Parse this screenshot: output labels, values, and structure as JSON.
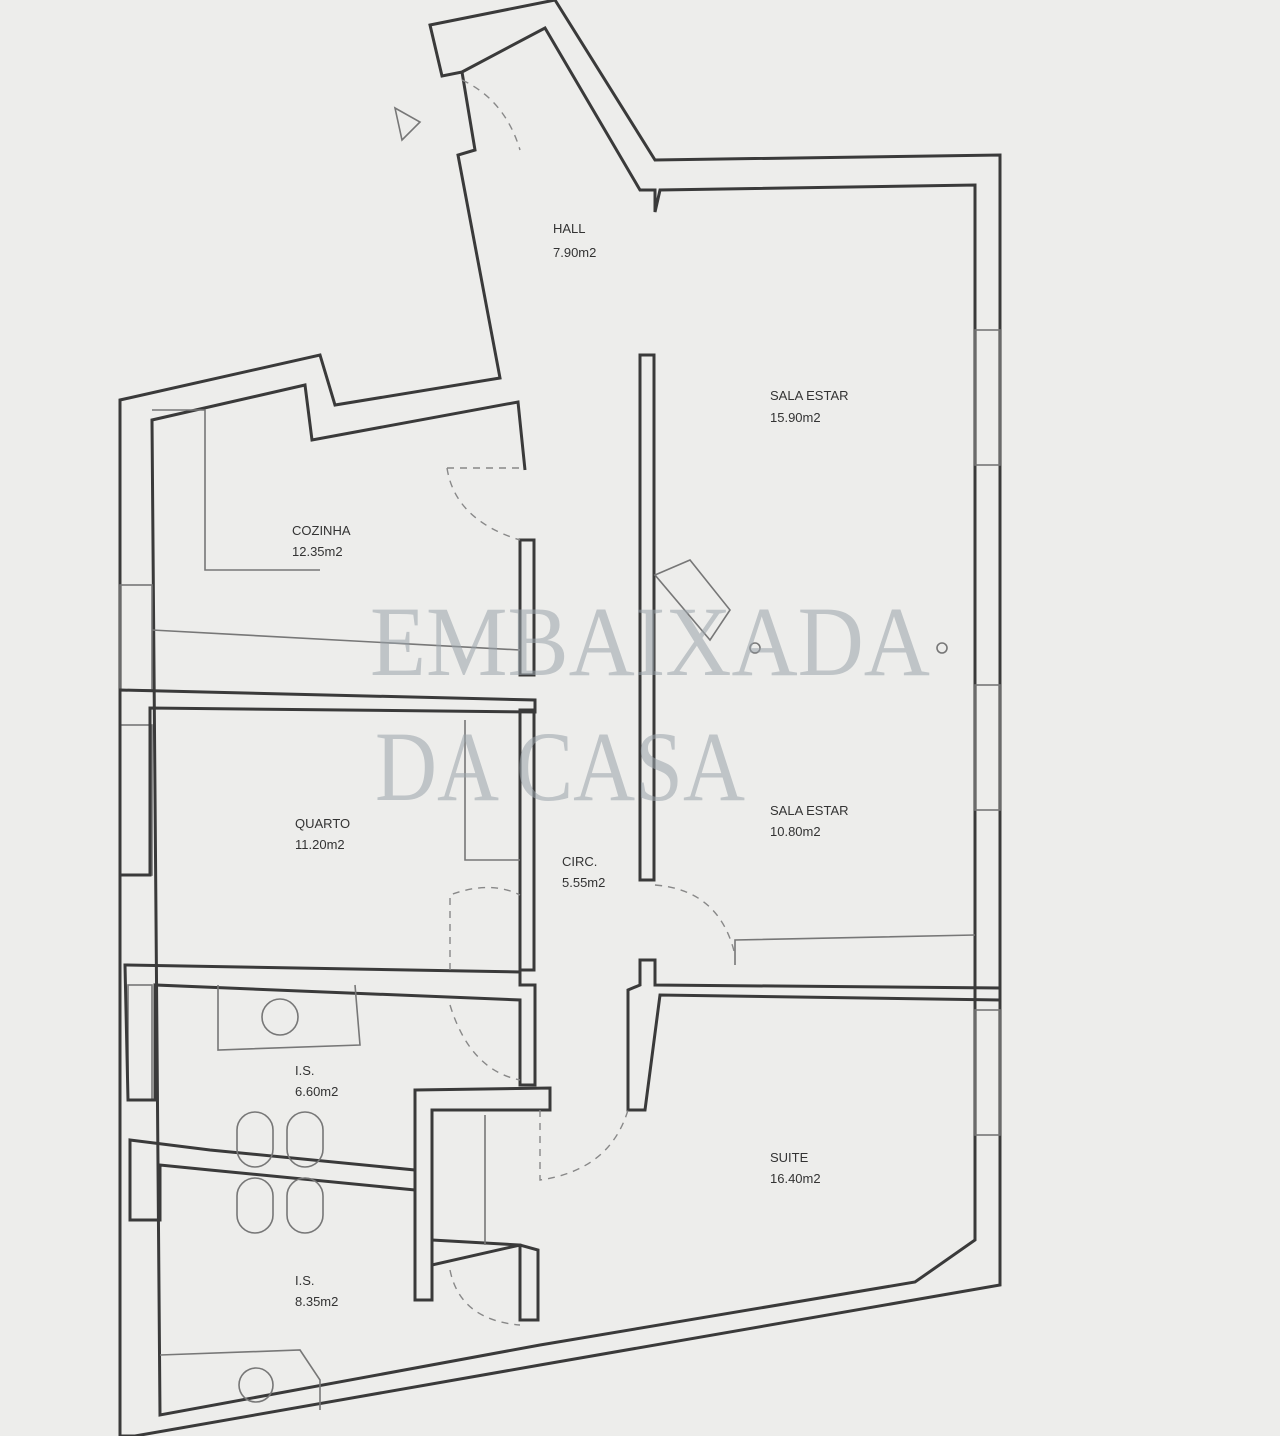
{
  "watermark": {
    "line1": "EMBAIXADA",
    "line2": "DA CASA"
  },
  "rooms": [
    {
      "name": "HALL",
      "area": "7.90m2"
    },
    {
      "name": "SALA ESTAR",
      "area": "15.90m2"
    },
    {
      "name": "COZINHA",
      "area": "12.35m2"
    },
    {
      "name": "QUARTO",
      "area": "11.20m2"
    },
    {
      "name": "CIRC.",
      "area": "5.55m2"
    },
    {
      "name": "SALA ESTAR",
      "area": "10.80m2"
    },
    {
      "name": "I.S.",
      "area": "6.60m2"
    },
    {
      "name": "SUITE",
      "area": "16.40m2"
    },
    {
      "name": "I.S.",
      "area": "8.35m2"
    }
  ],
  "colors": {
    "background": "#ededeb",
    "wall": "#3a3a3a",
    "watermark": "#9aa3aa"
  }
}
